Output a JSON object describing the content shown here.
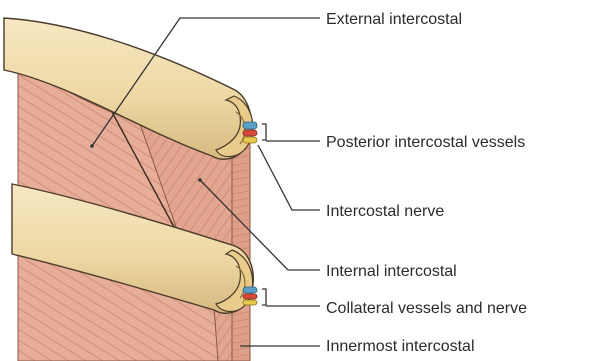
{
  "labels": {
    "external_intercostal": "External intercostal",
    "posterior_intercostal_vessels": "Posterior intercostal vessels",
    "intercostal_nerve": "Intercostal nerve",
    "internal_intercostal": "Internal intercostal",
    "collateral_vessels_and_nerve": "Collateral vessels and nerve",
    "innermost_intercostal": "Innermost intercostal"
  },
  "colors": {
    "muscle": "#e3a892",
    "muscle_stripe": "#cf8a76",
    "rib": "#efdcaa",
    "rib_shadow": "#d8be86",
    "rib_outline": "#4a3a2a",
    "innermost": "#dca08c",
    "vein": "#5aa0c8",
    "artery": "#d94a3c",
    "nerve": "#e8c84a",
    "leader_line": "#333333"
  }
}
